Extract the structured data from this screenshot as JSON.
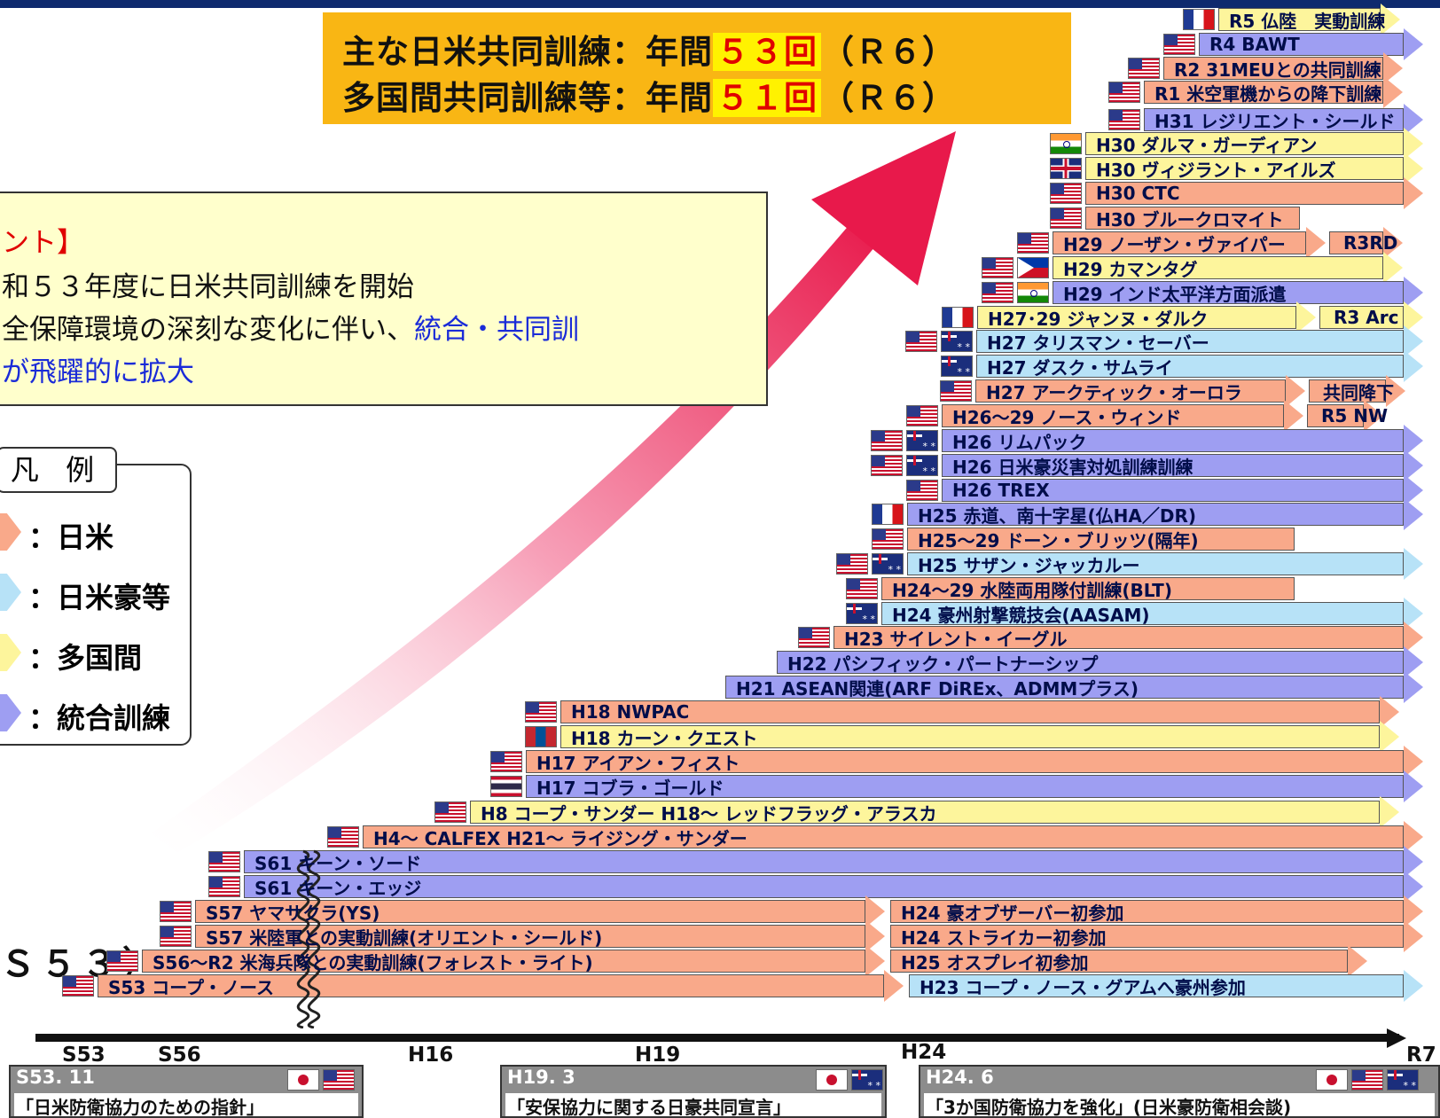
{
  "headline": {
    "line1_prefix": "主な日米共同訓練：年間",
    "line1_num": "５３回",
    "line1_suffix": "（Ｒ６）",
    "line2_prefix": "多国間共同訓練等：年間",
    "line2_num": "５１回",
    "line2_suffix": "（Ｒ６）"
  },
  "point_box": {
    "title": "ント】",
    "line1": "和５３年度に日米共同訓練を開始",
    "line2_a": "全保障環境の深刻な変化に伴い、",
    "line2_b": "統合・共同訓",
    "line3": "が飛躍的に拡大"
  },
  "legend": {
    "title": "凡 例",
    "items": [
      {
        "label": "：日米",
        "color": "#f9a98a"
      },
      {
        "label": "：日米豪等",
        "color": "#b7e2f7"
      },
      {
        "label": "：多国間",
        "color": "#fdf59c"
      },
      {
        "label": "：統合訓練",
        "color": "#9e9ef2"
      }
    ]
  },
  "colors": {
    "jp_us": "#f9a98a",
    "jp_us_au": "#b7e2f7",
    "multi": "#fdf59c",
    "joint": "#9e9ef2"
  },
  "s53_big_label": "Ｓ５３）",
  "chart_data": {
    "type": "timeline",
    "title": "",
    "axis_ticks": [
      "S53",
      "S56",
      "H16",
      "H19",
      "H24",
      "R7"
    ],
    "bars": [
      {
        "label": "R5 仏陸　実動訓練",
        "category": "multi",
        "flags": [
          "fr"
        ]
      },
      {
        "label": "R4  BAWT",
        "category": "joint",
        "flags": [
          "us"
        ]
      },
      {
        "label": "R2  31MEUとの共同訓練",
        "category": "jp_us",
        "flags": [
          "us"
        ]
      },
      {
        "label": "R1  米空軍機からの降下訓練",
        "category": "jp_us",
        "flags": [
          "us"
        ]
      },
      {
        "label": "H31  レジリエント・シールド",
        "category": "joint",
        "flags": [
          "us"
        ]
      },
      {
        "label": "H30  ダルマ・ガーディアン",
        "category": "multi",
        "flags": [
          "in"
        ]
      },
      {
        "label": "H30  ヴィジラント・アイルズ",
        "category": "multi",
        "flags": [
          "uk"
        ]
      },
      {
        "label": "H30  CTC",
        "category": "jp_us",
        "flags": [
          "us"
        ]
      },
      {
        "label": "H30  ブルークロマイト",
        "category": "jp_us",
        "flags": [
          "us"
        ]
      },
      {
        "label": "H29   ノーザン・ヴァイパー",
        "category": "jp_us",
        "flags": [
          "us"
        ],
        "extra": "R3RD"
      },
      {
        "label": "H29  カマンタグ",
        "category": "multi",
        "flags": [
          "us",
          "ph"
        ]
      },
      {
        "label": "H29  インド太平洋方面派遣",
        "category": "joint",
        "flags": [
          "us",
          "in"
        ]
      },
      {
        "label": "H27･29    ジャンヌ・ダルク",
        "category": "multi",
        "flags": [
          "fr"
        ],
        "extra": "R3 Arc"
      },
      {
        "label": "H27     タリスマン・セーバー",
        "category": "jp_us_au",
        "flags": [
          "us",
          "au"
        ]
      },
      {
        "label": "H27     ダスク・サムライ",
        "category": "jp_us_au",
        "flags": [
          "au"
        ]
      },
      {
        "label": "H27     アークティック・オーロラ",
        "category": "jp_us",
        "flags": [
          "us"
        ],
        "extra": "共同降下"
      },
      {
        "label": "H26～29     ノース・ウィンド",
        "category": "jp_us",
        "flags": [
          "us"
        ],
        "extra": "R5 NW"
      },
      {
        "label": "H26     リムパック",
        "category": "joint",
        "flags": [
          "us",
          "au"
        ]
      },
      {
        "label": "H26     日米豪災害対処訓練訓練",
        "category": "joint",
        "flags": [
          "us",
          "au"
        ]
      },
      {
        "label": "H26     TREX",
        "category": "joint",
        "flags": [
          "us"
        ]
      },
      {
        "label": "H25     赤道、南十字星(仏HA／DR)",
        "category": "joint",
        "flags": [
          "fr"
        ]
      },
      {
        "label": "H25～29     ドーン・ブリッツ(隔年)",
        "category": "jp_us",
        "flags": [
          "us"
        ]
      },
      {
        "label": "H25     サザン・ジャッカルー",
        "category": "jp_us_au",
        "flags": [
          "us",
          "au"
        ]
      },
      {
        "label": "H24～29     水陸両用隊付訓練(BLT)",
        "category": "jp_us",
        "flags": [
          "us"
        ]
      },
      {
        "label": "H24     豪州射撃競技会(AASAM)",
        "category": "jp_us_au",
        "flags": [
          "au"
        ]
      },
      {
        "label": "H23     サイレント・イーグル",
        "category": "jp_us",
        "flags": [
          "us"
        ]
      },
      {
        "label": "H22     パシフィック・パートナーシップ",
        "category": "joint",
        "flags": []
      },
      {
        "label": "H21     ASEAN関連(ARF  DiREx、ADMMプラス)",
        "category": "joint",
        "flags": []
      },
      {
        "label": "H18     NWPAC",
        "category": "jp_us",
        "flags": [
          "us"
        ]
      },
      {
        "label": "H18     カーン・クエスト",
        "category": "multi",
        "flags": [
          "mn"
        ]
      },
      {
        "label": "H17     アイアン・フィスト",
        "category": "jp_us",
        "flags": [
          "us"
        ]
      },
      {
        "label": "H17     コブラ・ゴールド",
        "category": "joint",
        "flags": [
          "th"
        ]
      },
      {
        "label": "H8     コープ・サンダー   H18～  レッドフラッグ・アラスカ",
        "category": "multi",
        "flags": [
          "us"
        ]
      },
      {
        "label": "H4～      CALFEX                            H21～     ライジング・サンダー",
        "category": "jp_us",
        "flags": [
          "us"
        ]
      },
      {
        "label": "S61       キーン・ソード",
        "category": "joint",
        "flags": [
          "us"
        ]
      },
      {
        "label": "S61       キーン・エッジ",
        "category": "joint",
        "flags": [
          "us"
        ]
      },
      {
        "label": "S57                          ヤマサクラ(YS)",
        "note": "H24  豪オブザーバー初参加",
        "category": "jp_us",
        "flags": [
          "us"
        ]
      },
      {
        "label": "S57                          米陸軍との実動訓練(オリエント・シールド)",
        "note": "H24  ストライカー初参加",
        "category": "jp_us",
        "flags": [
          "us"
        ]
      },
      {
        "label": "S56～R2                     米海兵隊との実動訓練(フォレスト・ライト)",
        "note": "H25  オスプレイ初参加",
        "category": "jp_us",
        "flags": [
          "us"
        ]
      },
      {
        "label": "S53                                              コープ・ノース",
        "note": "H23   コープ・ノース・グアムへ豪州参加",
        "category": "jp_us",
        "flags": [
          "us"
        ]
      }
    ]
  },
  "events": [
    {
      "date": "S53. 11",
      "title": "「日米防衛協力のための指針」"
    },
    {
      "date": "H19. 3",
      "title": "「安保協力に関する日豪共同宣言」"
    },
    {
      "date": "H24. 6",
      "title": "「3か国防衛協力を強化」(日米豪防衛相会談)"
    }
  ]
}
